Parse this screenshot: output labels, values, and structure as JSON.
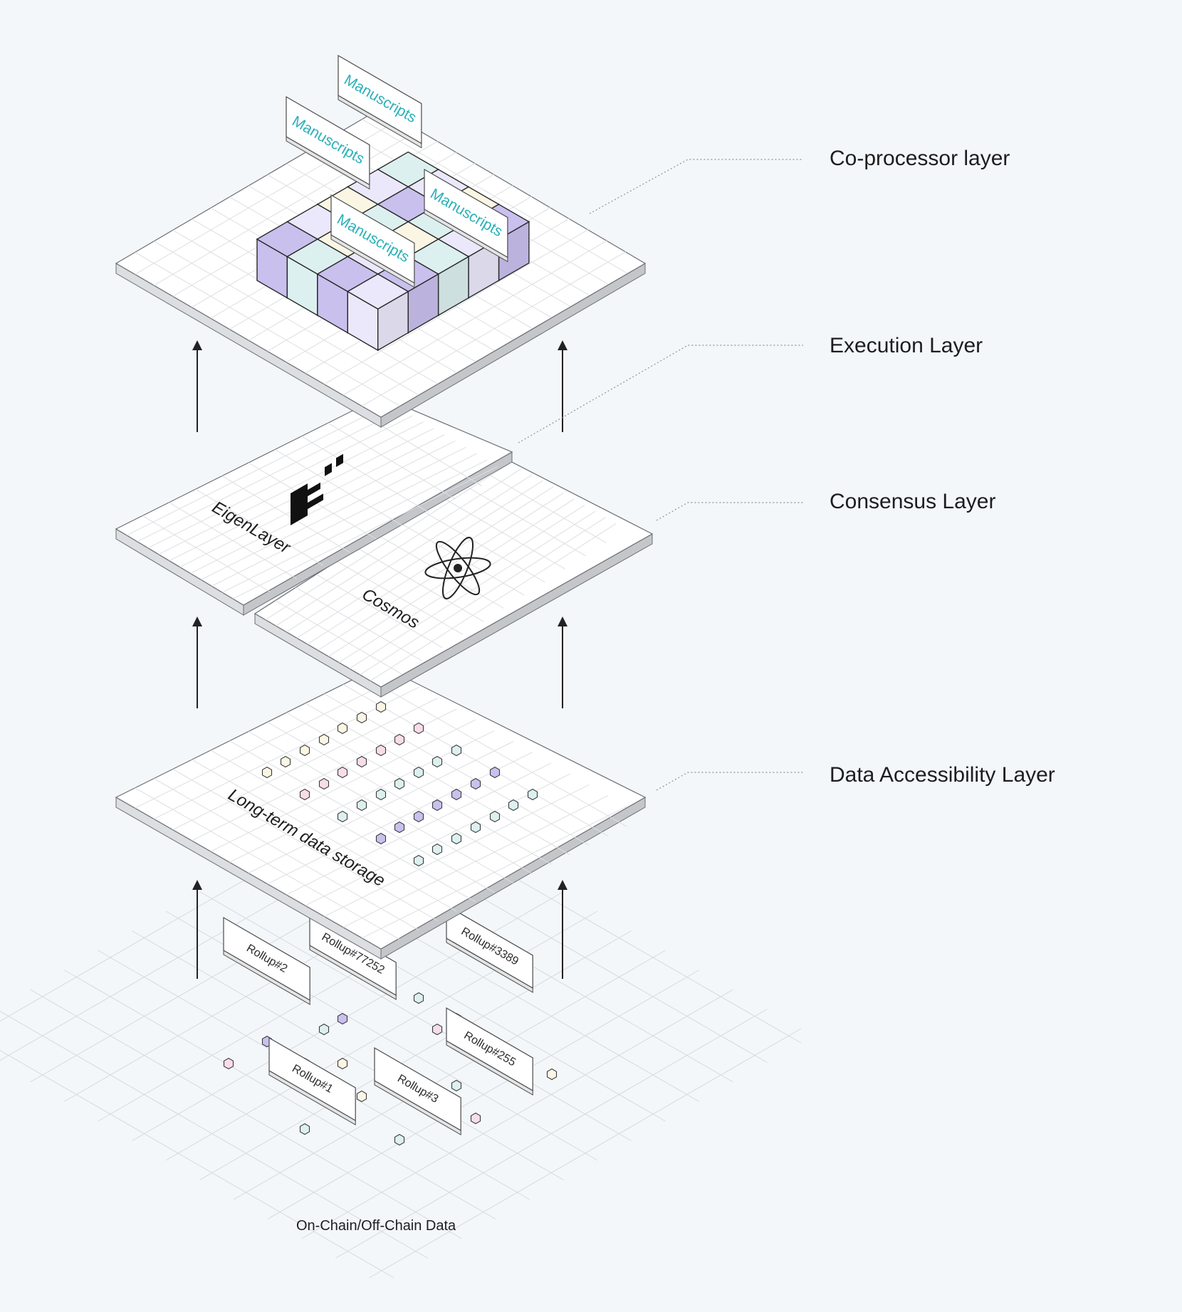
{
  "layers": {
    "coprocessor": {
      "label": "Co-processor layer",
      "manuscript_cards": [
        "Manuscripts",
        "Manuscripts",
        "Manuscripts",
        "Manuscripts"
      ]
    },
    "execution": {
      "label": "Execution Layer",
      "platform": "EigenLayer",
      "logo_icon": "eigenlayer-logo-icon"
    },
    "consensus": {
      "label": "Consensus Layer",
      "platform": "Cosmos",
      "logo_icon": "cosmos-atom-icon"
    },
    "data_accessibility": {
      "label": "Data Accessibility Layer",
      "plate_text": "Long-term data storage"
    }
  },
  "data_source": {
    "caption": "On-Chain/Off-Chain Data",
    "rollups": [
      "Rollup#2",
      "Rollup#77252",
      "Rollup#3389",
      "Rollup#255",
      "Rollup#1",
      "Rollup#3"
    ]
  },
  "colors": {
    "background": "#f3f7fa",
    "plate_edge": "#cfd1d4",
    "grid": "#dcdfe3",
    "accent_teal": "#2bb0b8",
    "purple": "#c9c0ee",
    "lavender": "#ece8fb",
    "mint": "#dcf0ef",
    "cream": "#fbf6e4",
    "pink": "#f8dde8"
  }
}
